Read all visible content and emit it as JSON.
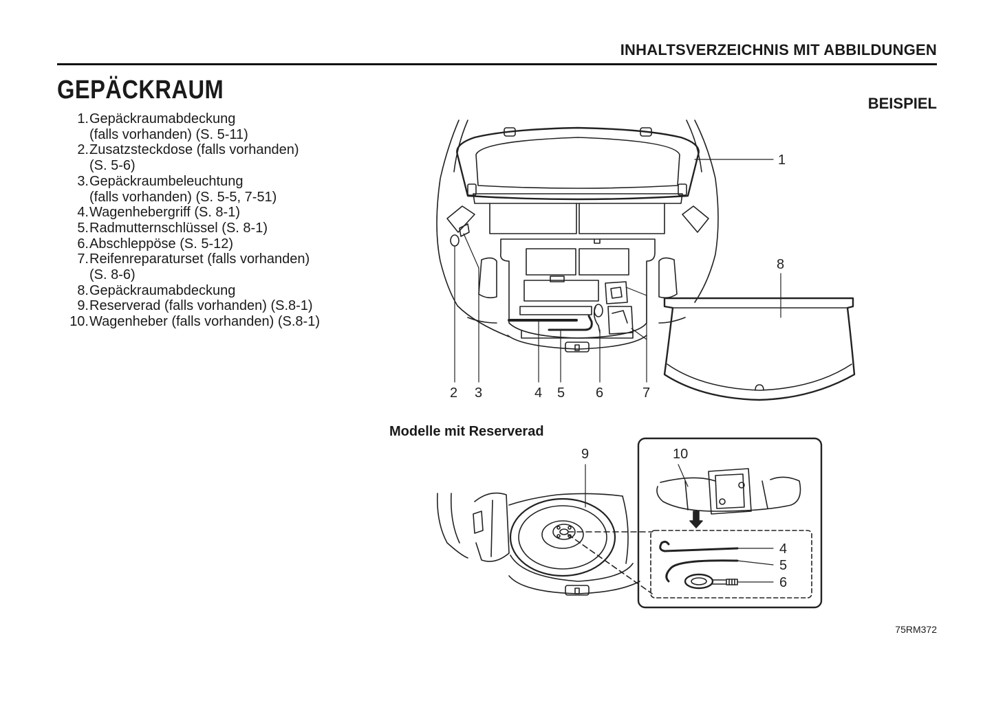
{
  "header": {
    "title": "INHALTSVERZEICHNIS MIT ABBILDUNGEN"
  },
  "page_title": "GEPÄCKRAUM",
  "example_label": "BEISPIEL",
  "items": [
    {
      "num": "1.",
      "text": "Gepäckraumabdeckung\n(falls vorhanden) (S. 5-11)"
    },
    {
      "num": "2.",
      "text": "Zusatzsteckdose (falls vorhanden)\n(S. 5-6)"
    },
    {
      "num": "3.",
      "text": "Gepäckraumbeleuchtung\n(falls vorhanden) (S. 5-5, 7-51)"
    },
    {
      "num": "4.",
      "text": "Wagenhebergriff (S. 8-1)"
    },
    {
      "num": "5.",
      "text": "Radmutternschlüssel (S. 8-1)"
    },
    {
      "num": "6.",
      "text": "Abschleppöse (S. 5-12)"
    },
    {
      "num": "7.",
      "text": "Reifenreparaturset (falls vorhanden)\n(S. 8-6)"
    },
    {
      "num": "8.",
      "text": "Gepäckraumabdeckung"
    },
    {
      "num": "9.",
      "text": "Reserverad (falls vorhanden) (S.8-1)"
    },
    {
      "num": "10.",
      "text": "Wagenheber (falls vorhanden) (S.8-1)"
    }
  ],
  "callouts": {
    "top": {
      "c1": "1",
      "c2": "2",
      "c3": "3",
      "c4": "4",
      "c5": "5",
      "c6": "6",
      "c7": "7",
      "c8": "8"
    },
    "bottom": {
      "c9": "9",
      "c10": "10",
      "c4": "4",
      "c5": "5",
      "c6": "6"
    }
  },
  "subheading": "Modelle mit Reserverad",
  "figure_code": "75RM372"
}
